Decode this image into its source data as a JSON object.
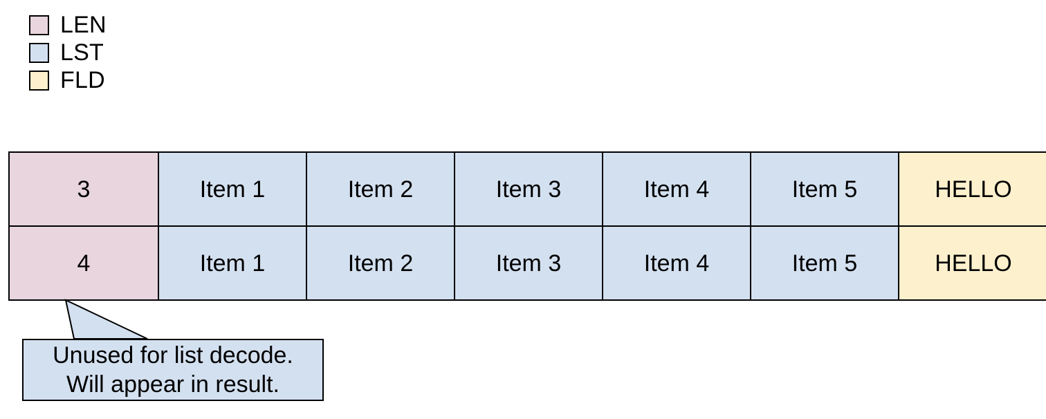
{
  "colors": {
    "len_fill": "#e8d5de",
    "lst_fill": "#d3e0f0",
    "fld_fill": "#fdf0cd",
    "stroke": "#000000",
    "background": "#ffffff",
    "callout_fill": "#d3e0f0"
  },
  "legend": {
    "items": [
      {
        "label": "LEN",
        "color": "#e8d5de"
      },
      {
        "label": "LST",
        "color": "#d3e0f0"
      },
      {
        "label": "FLD",
        "color": "#fdf0cd"
      }
    ]
  },
  "table": {
    "rows": [
      {
        "cells": [
          {
            "text": "3",
            "kind": "len"
          },
          {
            "text": "Item 1",
            "kind": "lst"
          },
          {
            "text": "Item 2",
            "kind": "lst"
          },
          {
            "text": "Item 3",
            "kind": "lst"
          },
          {
            "text": "Item 4",
            "kind": "lst"
          },
          {
            "text": "Item 5",
            "kind": "lst"
          },
          {
            "text": "HELLO",
            "kind": "fld"
          }
        ]
      },
      {
        "cells": [
          {
            "text": "4",
            "kind": "len"
          },
          {
            "text": "Item 1",
            "kind": "lst"
          },
          {
            "text": "Item 2",
            "kind": "lst"
          },
          {
            "text": "Item 3",
            "kind": "lst"
          },
          {
            "text": "Item 4",
            "kind": "lst"
          },
          {
            "text": "Item 5",
            "kind": "lst"
          },
          {
            "text": "HELLO",
            "kind": "fld"
          }
        ]
      }
    ]
  },
  "callout": {
    "line1": "Unused for list decode.",
    "line2": "Will appear in result."
  }
}
